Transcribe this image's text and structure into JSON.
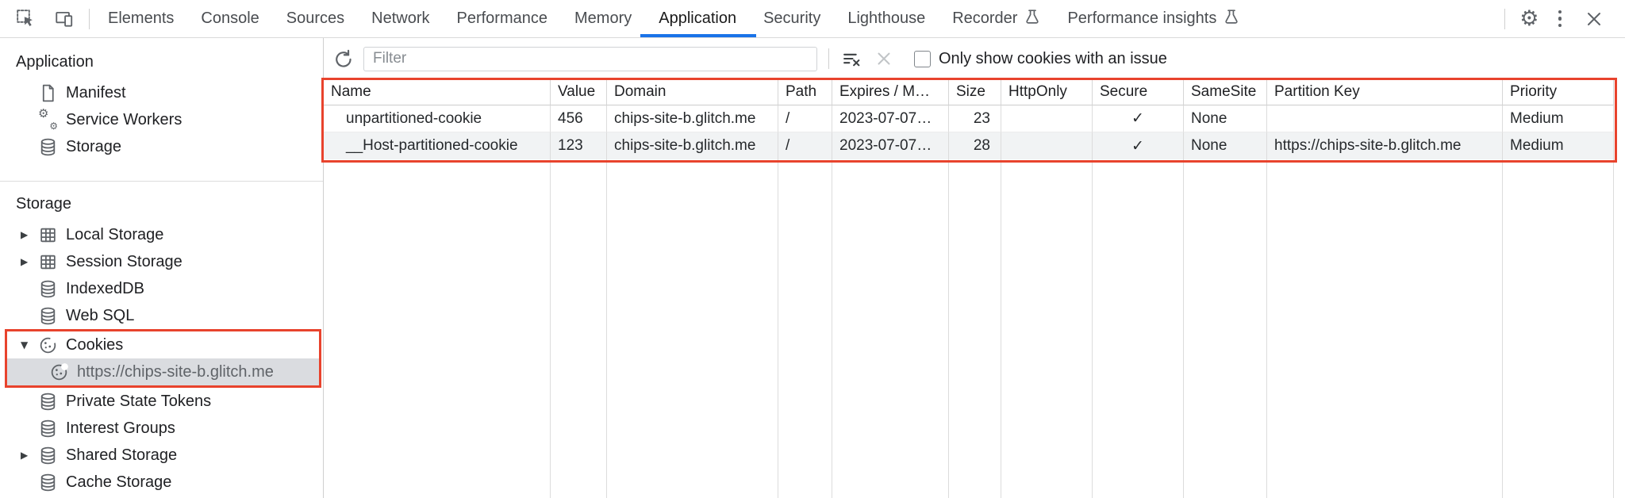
{
  "tabbar": {
    "tabs": [
      {
        "label": "Elements"
      },
      {
        "label": "Console"
      },
      {
        "label": "Sources"
      },
      {
        "label": "Network"
      },
      {
        "label": "Performance"
      },
      {
        "label": "Memory"
      },
      {
        "label": "Application",
        "selected": true
      },
      {
        "label": "Security"
      },
      {
        "label": "Lighthouse"
      },
      {
        "label": "Recorder",
        "experimental": true
      },
      {
        "label": "Performance insights",
        "experimental": true
      }
    ]
  },
  "toolbar": {
    "filter_placeholder": "Filter",
    "filter_value": "",
    "checkbox_label": "Only show cookies with an issue",
    "checkbox_checked": false
  },
  "sidebar": {
    "sections": [
      {
        "title": "Application",
        "items": [
          {
            "label": "Manifest",
            "icon": "manifest-file-icon"
          },
          {
            "label": "Service Workers",
            "icon": "service-workers-icon"
          },
          {
            "label": "Storage",
            "icon": "database-icon"
          }
        ]
      },
      {
        "title": "Storage",
        "items": [
          {
            "label": "Local Storage",
            "icon": "table-grid-icon",
            "state": "collapsed"
          },
          {
            "label": "Session Storage",
            "icon": "table-grid-icon",
            "state": "collapsed"
          },
          {
            "label": "IndexedDB",
            "icon": "database-icon"
          },
          {
            "label": "Web SQL",
            "icon": "database-icon"
          },
          {
            "label": "Cookies",
            "icon": "cookie-icon",
            "state": "expanded",
            "highlighted": true
          },
          {
            "label": "https://chips-site-b.glitch.me",
            "icon": "cookie-icon",
            "nested": true,
            "selected": true,
            "highlighted": true
          },
          {
            "label": "Private State Tokens",
            "icon": "database-icon"
          },
          {
            "label": "Interest Groups",
            "icon": "database-icon"
          },
          {
            "label": "Shared Storage",
            "icon": "database-icon",
            "state": "collapsed"
          },
          {
            "label": "Cache Storage",
            "icon": "database-icon"
          }
        ]
      }
    ]
  },
  "cookies_table": {
    "columns": [
      "Name",
      "Value",
      "Domain",
      "Path",
      "Expires / M…",
      "Size",
      "HttpOnly",
      "Secure",
      "SameSite",
      "Partition Key",
      "Priority"
    ],
    "rows": [
      {
        "name": "unpartitioned-cookie",
        "value": "456",
        "domain": "chips-site-b.glitch.me",
        "path": "/",
        "expires": "2023-07-07…",
        "size": "23",
        "httponly": "",
        "secure": "✓",
        "samesite": "None",
        "partition_key": "",
        "priority": "Medium"
      },
      {
        "name": "__Host-partitioned-cookie",
        "value": "123",
        "domain": "chips-site-b.glitch.me",
        "path": "/",
        "expires": "2023-07-07…",
        "size": "28",
        "httponly": "",
        "secure": "✓",
        "samesite": "None",
        "partition_key": "https://chips-site-b.glitch.me",
        "priority": "Medium"
      }
    ]
  },
  "colors": {
    "tab_accent": "#1a73e8",
    "highlight_box": "#e8432d",
    "selected_row_bg": "#dadce0",
    "row_stripe": "#f1f3f4"
  }
}
